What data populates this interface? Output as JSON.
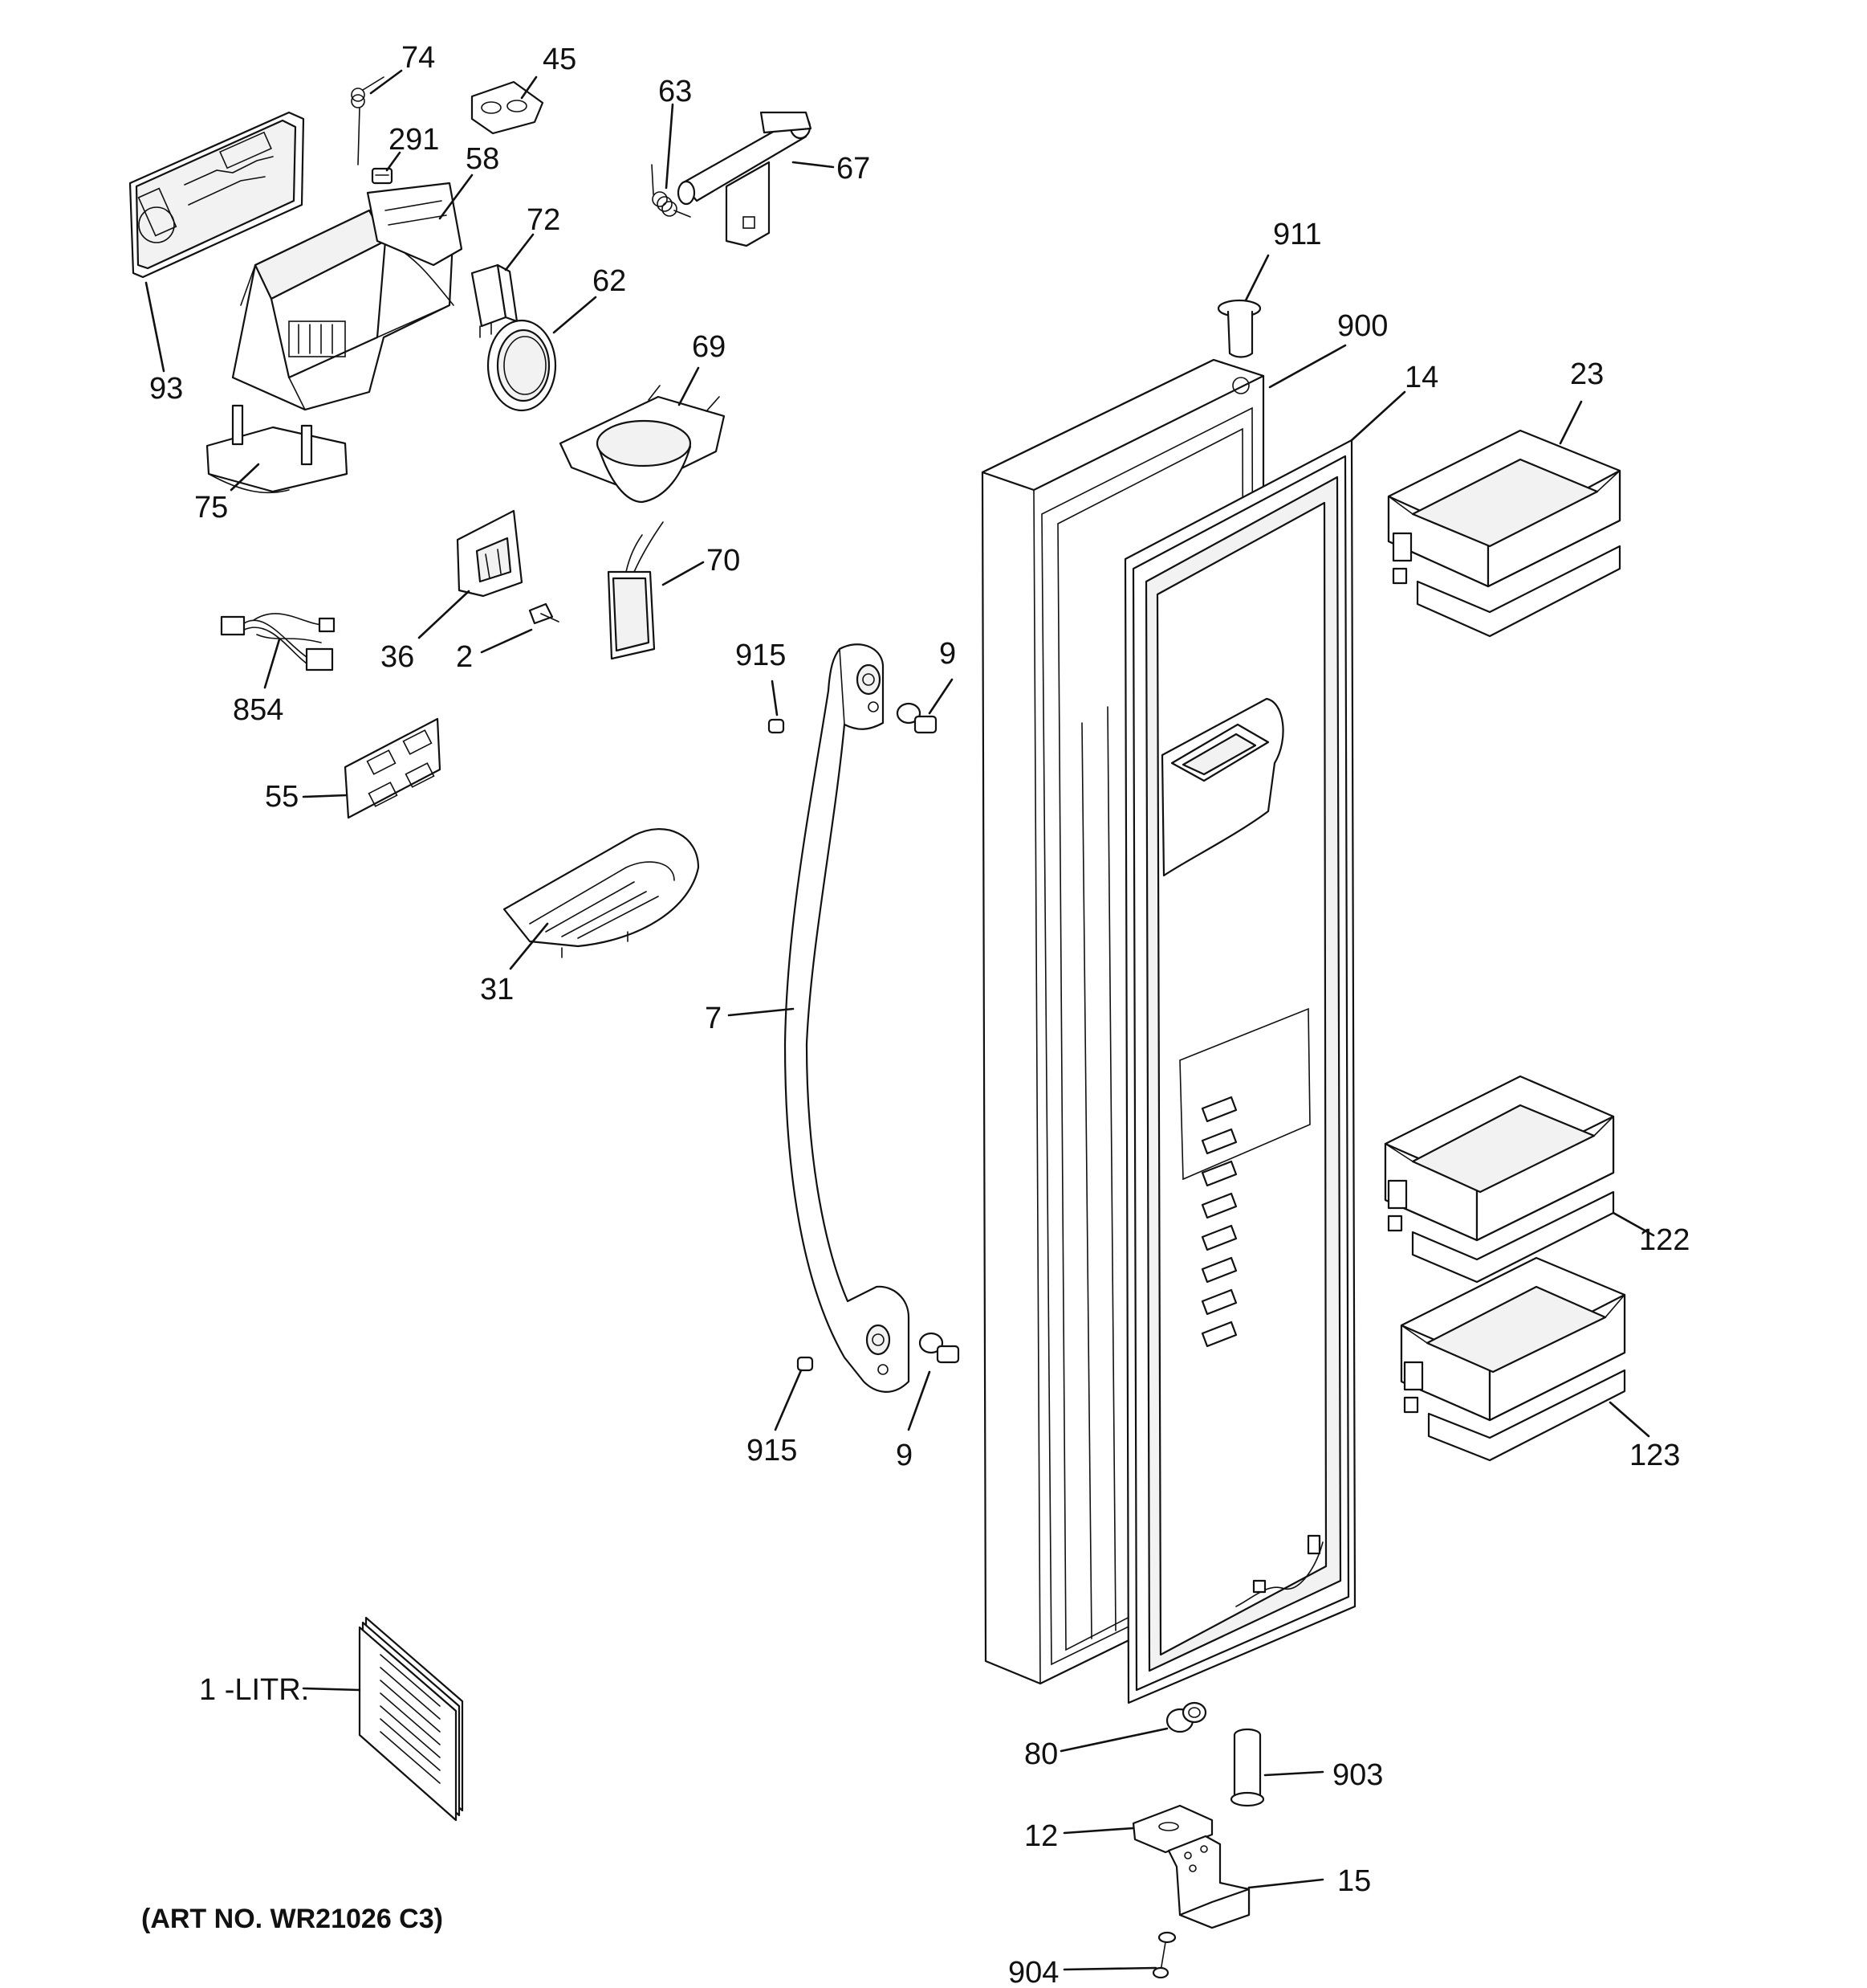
{
  "diagram": {
    "art_number": "(ART NO. WR21026 C3)",
    "callouts": {
      "p74": "74",
      "p45": "45",
      "p63": "63",
      "p67": "67",
      "p291": "291",
      "p58": "58",
      "p72": "72",
      "p62": "62",
      "p93": "93",
      "p69": "69",
      "p75": "75",
      "p70": "70",
      "p36": "36",
      "p2": "2",
      "p854": "854",
      "p55": "55",
      "p31": "31",
      "p915a": "915",
      "p9a": "9",
      "p7": "7",
      "p915b": "915",
      "p9b": "9",
      "p911": "911",
      "p900": "900",
      "p14": "14",
      "p23": "23",
      "p122": "122",
      "p123": "123",
      "p80": "80",
      "p903": "903",
      "p12": "12",
      "p15": "15",
      "p904": "904",
      "p1litr": "1 -LITR."
    }
  }
}
